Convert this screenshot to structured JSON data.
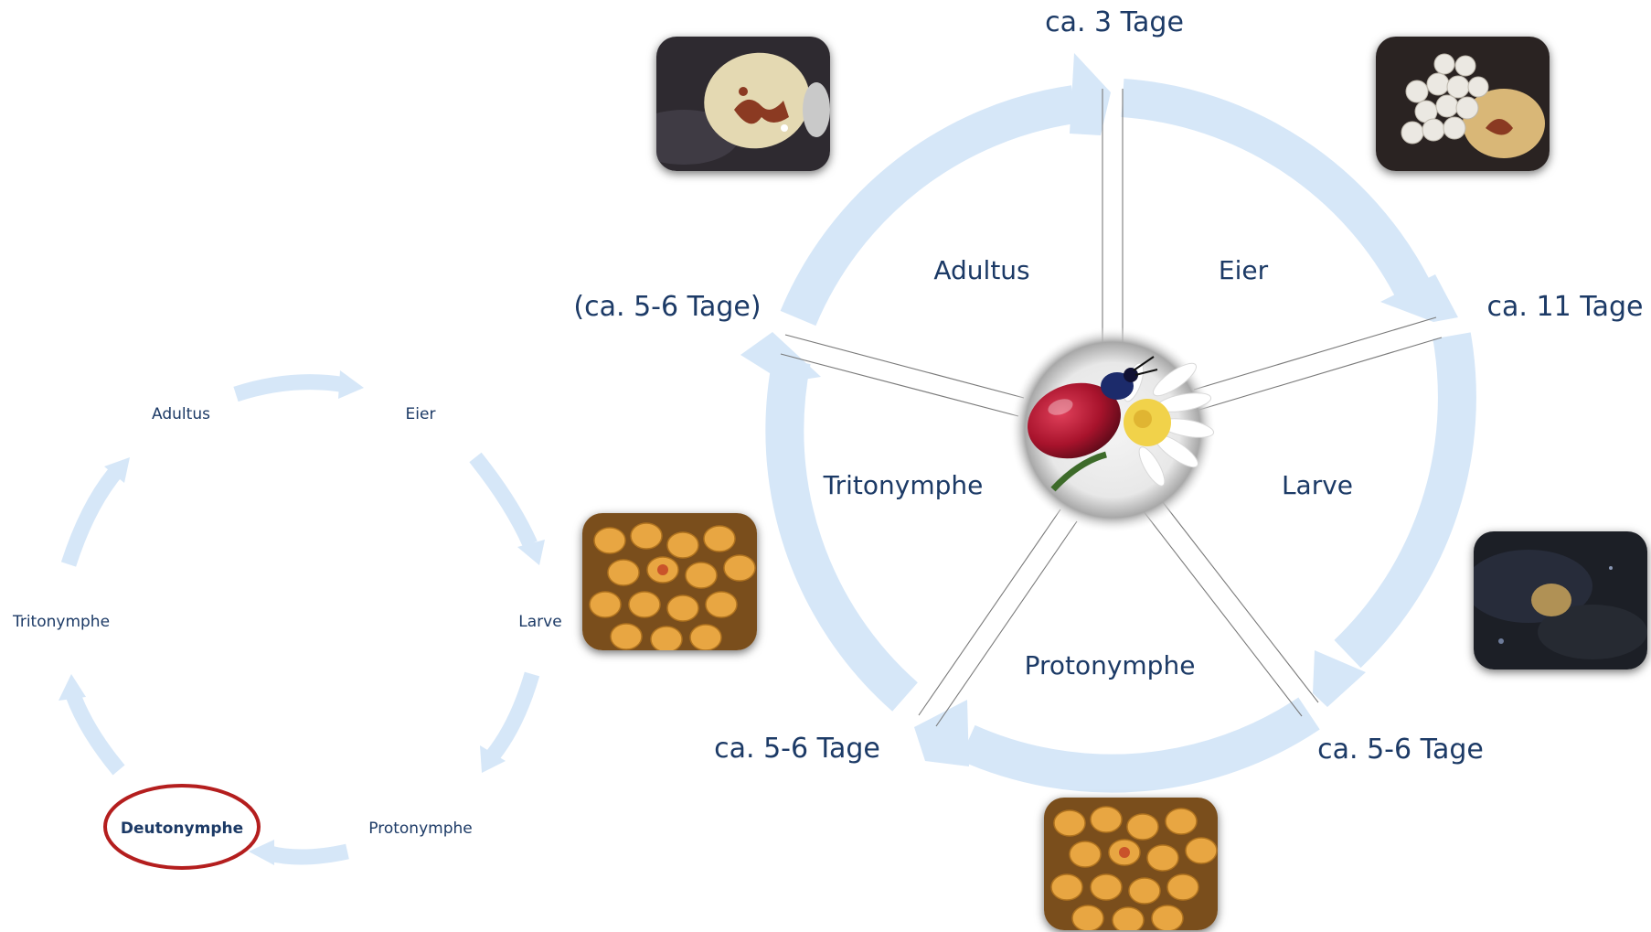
{
  "small_cycle": {
    "labels": {
      "adultus": "Adultus",
      "eier": "Eier",
      "larve": "Larve",
      "protonymphe": "Protonymphe",
      "deutonymphe": "Deutonymphe",
      "tritonymphe": "Tritonymphe"
    },
    "highlighted": "deutonymphe"
  },
  "big_cycle": {
    "stages": {
      "adultus": "Adultus",
      "eier": "Eier",
      "larve": "Larve",
      "protonymphe": "Protonymphe",
      "tritonymphe": "Tritonymphe"
    },
    "durations": {
      "adultus_to_eier": "ca. 3 Tage",
      "eier_to_larve": "ca. 11 Tage",
      "larve_to_protonymphe": "ca. 5-6 Tage",
      "protonymphe_to_tritonymphe": "ca. 5-6 Tage",
      "tritonymphe_to_adultus": "(ca. 5-6 Tage)"
    }
  },
  "colors": {
    "arrow": "#d6e7f8",
    "label": "#1c3a66",
    "highlight_ring": "#b41e1e"
  }
}
